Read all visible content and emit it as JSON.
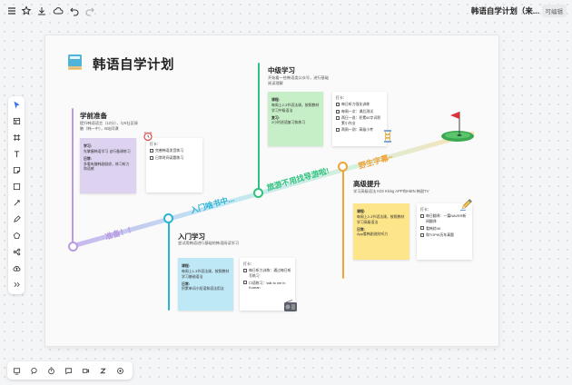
{
  "topbar": {
    "title": "韩语自学计划（来...",
    "badge": "可编辑"
  },
  "plan": {
    "title": "韩语自学计划",
    "sections": {
      "pre": {
        "title": "学前准备",
        "desc": "提升韩语语言（12分），与K社区接触（韩一中），B站同课",
        "sticky_h1": "学习:",
        "sticky_t1": "先掌握韩语学习 自行备课练习",
        "sticky_h2": "日常:",
        "sticky_t2": "多看有趣韩剧剧综，练习听力和语感",
        "card_title": "打卡：",
        "card_items": [
          "完善韩语发音练习",
          "日常时间读题练习"
        ]
      },
      "entry": {
        "title": "入门学习",
        "desc": "尝试用韩语进行基础的韩语阅读学习",
        "sticky_h1": "课程:",
        "sticky_t1": "每周上1-3节语法课，按照教材学习基础语法",
        "sticky_h2": "日常:",
        "sticky_t2": "积累单词小短语和语法用法",
        "card_title": "打卡：",
        "card_items": [
          "每日听力训练：通过每日听写练习",
          "口语练习：talk to me in Korean"
        ]
      },
      "mid": {
        "title": "中级学习",
        "desc": "开始看一些韩语类公众号，进行基础阅读理解",
        "sticky_h1": "课程:",
        "sticky_t1": "每周上2-3节语法课，按照教材学习中级语法",
        "sticky_h2": "复习:",
        "sticky_t2": "2小时进语复习和练习",
        "card_title": "打卡：",
        "card_items": [
          "每日听力强化训练",
          "每周一次：课后测试",
          "两日一说：积累60字词积累小作业",
          "两周一测：高级小考"
        ]
      },
      "adv": {
        "title": "高级提升",
        "desc": "学习高级语法 K03 Kking APP和HiEN 韩剧TV",
        "sticky_h1": "课程:",
        "sticky_t1": "每周上2-3节语法课，按照教材学习高级语法",
        "sticky_h2": "日常:",
        "sticky_t2": "App看韩剧进阶听力",
        "card_title": "打卡：",
        "card_items": [
          "每日翻译：一篇NAVER新闻翻译",
          "看韩综4K",
          "和TOPIK历年真题"
        ]
      }
    },
    "slogans": {
      "s1": "准备！！",
      "s2": "入门啥书中...",
      "s3": "旅游不用找导游啦!",
      "s4": "野生字幕~"
    }
  },
  "colors": {
    "pre": "#b99be0",
    "entry": "#2bb3d6",
    "mid": "#2ec27e",
    "adv": "#f2a43a"
  }
}
